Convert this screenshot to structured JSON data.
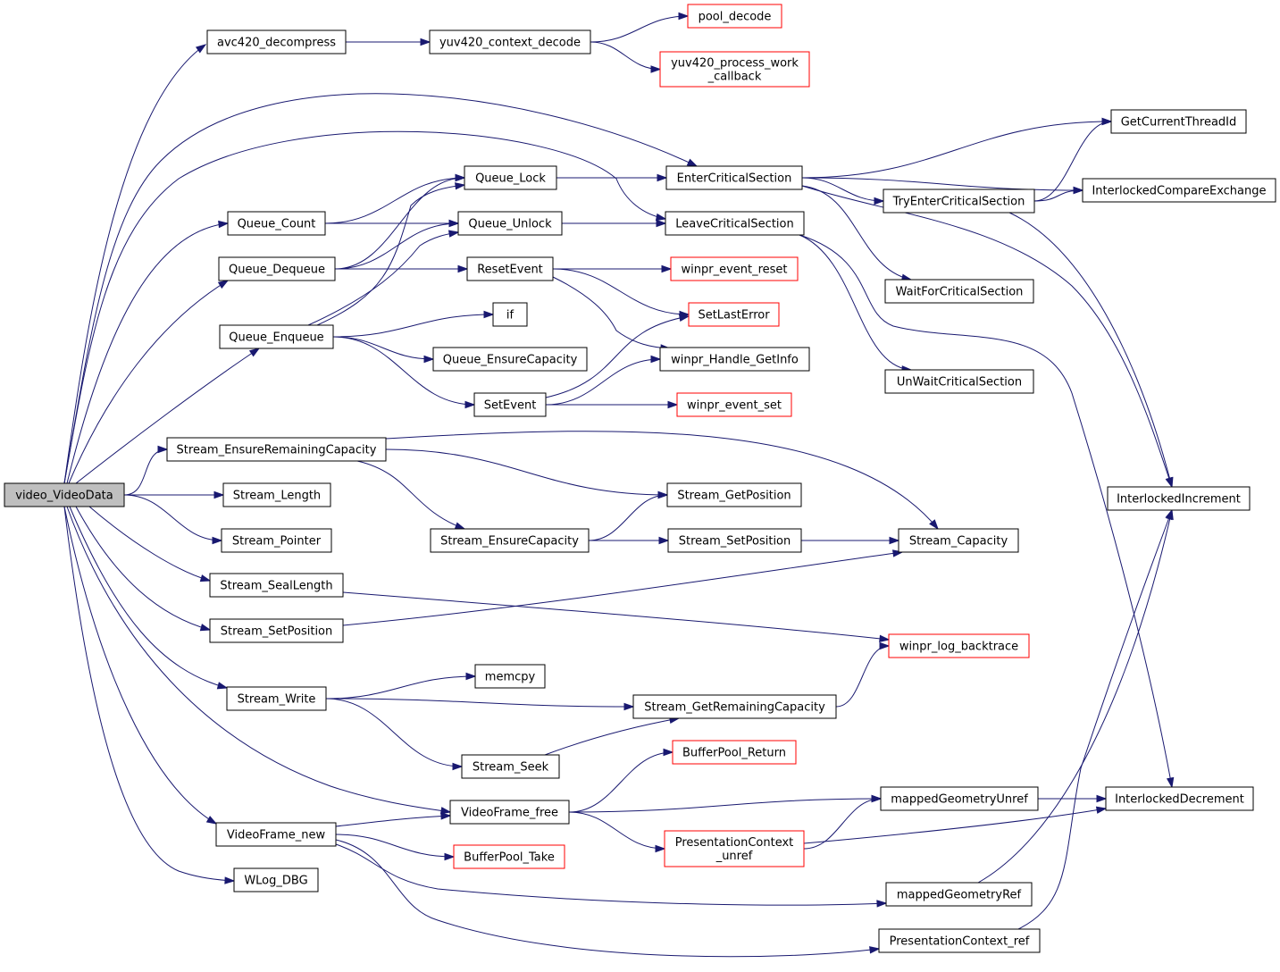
{
  "graph": {
    "nodes": [
      {
        "id": "video_VideoData",
        "lines": [
          "video_VideoData"
        ],
        "root": true,
        "ext": false
      },
      {
        "id": "avc420_decompress",
        "lines": [
          "avc420_decompress"
        ],
        "ext": false
      },
      {
        "id": "yuv420_context_decode",
        "lines": [
          "yuv420_context_decode"
        ],
        "ext": false
      },
      {
        "id": "pool_decode",
        "lines": [
          "pool_decode"
        ],
        "ext": true
      },
      {
        "id": "yuv420_process_work_callback",
        "lines": [
          "yuv420_process_work",
          "_callback"
        ],
        "ext": true
      },
      {
        "id": "EnterCriticalSection",
        "lines": [
          "EnterCriticalSection"
        ],
        "ext": false
      },
      {
        "id": "LeaveCriticalSection",
        "lines": [
          "LeaveCriticalSection"
        ],
        "ext": false
      },
      {
        "id": "Queue_Count",
        "lines": [
          "Queue_Count"
        ],
        "ext": false
      },
      {
        "id": "Queue_Lock",
        "lines": [
          "Queue_Lock"
        ],
        "ext": false
      },
      {
        "id": "Queue_Unlock",
        "lines": [
          "Queue_Unlock"
        ],
        "ext": false
      },
      {
        "id": "Queue_Dequeue",
        "lines": [
          "Queue_Dequeue"
        ],
        "ext": false
      },
      {
        "id": "ResetEvent",
        "lines": [
          "ResetEvent"
        ],
        "ext": false
      },
      {
        "id": "Queue_Enqueue",
        "lines": [
          "Queue_Enqueue"
        ],
        "ext": false
      },
      {
        "id": "if",
        "lines": [
          "if"
        ],
        "ext": false
      },
      {
        "id": "Queue_EnsureCapacity",
        "lines": [
          "Queue_EnsureCapacity"
        ],
        "ext": false
      },
      {
        "id": "SetEvent",
        "lines": [
          "SetEvent"
        ],
        "ext": false
      },
      {
        "id": "winpr_event_reset",
        "lines": [
          "winpr_event_reset"
        ],
        "ext": true
      },
      {
        "id": "SetLastError",
        "lines": [
          "SetLastError"
        ],
        "ext": true
      },
      {
        "id": "winpr_Handle_GetInfo",
        "lines": [
          "winpr_Handle_GetInfo"
        ],
        "ext": false
      },
      {
        "id": "winpr_event_set",
        "lines": [
          "winpr_event_set"
        ],
        "ext": true
      },
      {
        "id": "GetCurrentThreadId",
        "lines": [
          "GetCurrentThreadId"
        ],
        "ext": false
      },
      {
        "id": "TryEnterCriticalSection",
        "lines": [
          "TryEnterCriticalSection"
        ],
        "ext": false
      },
      {
        "id": "InterlockedCompareExchange",
        "lines": [
          "InterlockedCompareExchange"
        ],
        "ext": false
      },
      {
        "id": "WaitForCriticalSection",
        "lines": [
          "WaitForCriticalSection"
        ],
        "ext": false
      },
      {
        "id": "UnWaitCriticalSection",
        "lines": [
          "UnWaitCriticalSection"
        ],
        "ext": false
      },
      {
        "id": "InterlockedIncrement",
        "lines": [
          "InterlockedIncrement"
        ],
        "ext": false
      },
      {
        "id": "InterlockedDecrement",
        "lines": [
          "InterlockedDecrement"
        ],
        "ext": false
      },
      {
        "id": "Stream_EnsureRemainingCapacity",
        "lines": [
          "Stream_EnsureRemainingCapacity"
        ],
        "ext": false
      },
      {
        "id": "Stream_Length",
        "lines": [
          "Stream_Length"
        ],
        "ext": false
      },
      {
        "id": "Stream_Pointer",
        "lines": [
          "Stream_Pointer"
        ],
        "ext": false
      },
      {
        "id": "Stream_SealLength",
        "lines": [
          "Stream_SealLength"
        ],
        "ext": false
      },
      {
        "id": "Stream_SetPosition_L",
        "lines": [
          "Stream_SetPosition"
        ],
        "ext": false
      },
      {
        "id": "Stream_GetPosition",
        "lines": [
          "Stream_GetPosition"
        ],
        "ext": false
      },
      {
        "id": "Stream_EnsureCapacity",
        "lines": [
          "Stream_EnsureCapacity"
        ],
        "ext": false
      },
      {
        "id": "Stream_SetPosition_M",
        "lines": [
          "Stream_SetPosition"
        ],
        "ext": false
      },
      {
        "id": "Stream_Capacity",
        "lines": [
          "Stream_Capacity"
        ],
        "ext": false
      },
      {
        "id": "winpr_log_backtrace",
        "lines": [
          "winpr_log_backtrace"
        ],
        "ext": true
      },
      {
        "id": "Stream_Write",
        "lines": [
          "Stream_Write"
        ],
        "ext": false
      },
      {
        "id": "memcpy",
        "lines": [
          "memcpy"
        ],
        "ext": false
      },
      {
        "id": "Stream_GetRemainingCapacity",
        "lines": [
          "Stream_GetRemainingCapacity"
        ],
        "ext": false
      },
      {
        "id": "Stream_Seek",
        "lines": [
          "Stream_Seek"
        ],
        "ext": false
      },
      {
        "id": "BufferPool_Return",
        "lines": [
          "BufferPool_Return"
        ],
        "ext": true
      },
      {
        "id": "VideoFrame_free",
        "lines": [
          "VideoFrame_free"
        ],
        "ext": false
      },
      {
        "id": "mappedGeometryUnref",
        "lines": [
          "mappedGeometryUnref"
        ],
        "ext": false
      },
      {
        "id": "PresentationContext_unref",
        "lines": [
          "PresentationContext",
          "_unref"
        ],
        "ext": true
      },
      {
        "id": "VideoFrame_new",
        "lines": [
          "VideoFrame_new"
        ],
        "ext": false
      },
      {
        "id": "BufferPool_Take",
        "lines": [
          "BufferPool_Take"
        ],
        "ext": true
      },
      {
        "id": "WLog_DBG",
        "lines": [
          "WLog_DBG"
        ],
        "ext": false
      },
      {
        "id": "mappedGeometryRef",
        "lines": [
          "mappedGeometryRef"
        ],
        "ext": false
      },
      {
        "id": "PresentationContext_ref",
        "lines": [
          "PresentationContext_ref"
        ],
        "ext": false
      }
    ],
    "edges": [
      [
        "video_VideoData",
        "avc420_decompress"
      ],
      [
        "video_VideoData",
        "EnterCriticalSection"
      ],
      [
        "video_VideoData",
        "LeaveCriticalSection"
      ],
      [
        "video_VideoData",
        "Queue_Count"
      ],
      [
        "video_VideoData",
        "Queue_Dequeue"
      ],
      [
        "video_VideoData",
        "Queue_Enqueue"
      ],
      [
        "video_VideoData",
        "Stream_EnsureRemainingCapacity"
      ],
      [
        "video_VideoData",
        "Stream_Length"
      ],
      [
        "video_VideoData",
        "Stream_Pointer"
      ],
      [
        "video_VideoData",
        "Stream_SealLength"
      ],
      [
        "video_VideoData",
        "Stream_SetPosition_L"
      ],
      [
        "video_VideoData",
        "Stream_Write"
      ],
      [
        "video_VideoData",
        "VideoFrame_free"
      ],
      [
        "video_VideoData",
        "VideoFrame_new"
      ],
      [
        "video_VideoData",
        "WLog_DBG"
      ],
      [
        "avc420_decompress",
        "yuv420_context_decode"
      ],
      [
        "yuv420_context_decode",
        "pool_decode"
      ],
      [
        "yuv420_context_decode",
        "yuv420_process_work_callback"
      ],
      [
        "Queue_Count",
        "Queue_Lock"
      ],
      [
        "Queue_Count",
        "Queue_Unlock"
      ],
      [
        "Queue_Dequeue",
        "Queue_Lock"
      ],
      [
        "Queue_Dequeue",
        "Queue_Unlock"
      ],
      [
        "Queue_Dequeue",
        "ResetEvent"
      ],
      [
        "Queue_Enqueue",
        "Queue_Lock"
      ],
      [
        "Queue_Enqueue",
        "Queue_Unlock"
      ],
      [
        "Queue_Enqueue",
        "if"
      ],
      [
        "Queue_Enqueue",
        "Queue_EnsureCapacity"
      ],
      [
        "Queue_Enqueue",
        "SetEvent"
      ],
      [
        "Queue_Lock",
        "EnterCriticalSection"
      ],
      [
        "Queue_Unlock",
        "LeaveCriticalSection"
      ],
      [
        "ResetEvent",
        "winpr_event_reset"
      ],
      [
        "ResetEvent",
        "SetLastError"
      ],
      [
        "ResetEvent",
        "winpr_Handle_GetInfo"
      ],
      [
        "SetEvent",
        "SetLastError"
      ],
      [
        "SetEvent",
        "winpr_Handle_GetInfo"
      ],
      [
        "SetEvent",
        "winpr_event_set"
      ],
      [
        "EnterCriticalSection",
        "GetCurrentThreadId"
      ],
      [
        "EnterCriticalSection",
        "InterlockedCompareExchange"
      ],
      [
        "EnterCriticalSection",
        "TryEnterCriticalSection"
      ],
      [
        "EnterCriticalSection",
        "WaitForCriticalSection"
      ],
      [
        "EnterCriticalSection",
        "InterlockedIncrement"
      ],
      [
        "TryEnterCriticalSection",
        "GetCurrentThreadId"
      ],
      [
        "TryEnterCriticalSection",
        "InterlockedCompareExchange"
      ],
      [
        "TryEnterCriticalSection",
        "InterlockedIncrement"
      ],
      [
        "LeaveCriticalSection",
        "UnWaitCriticalSection"
      ],
      [
        "LeaveCriticalSection",
        "InterlockedDecrement"
      ],
      [
        "Stream_EnsureRemainingCapacity",
        "Stream_GetPosition"
      ],
      [
        "Stream_EnsureRemainingCapacity",
        "Stream_EnsureCapacity"
      ],
      [
        "Stream_EnsureRemainingCapacity",
        "Stream_Capacity"
      ],
      [
        "Stream_EnsureCapacity",
        "Stream_GetPosition"
      ],
      [
        "Stream_EnsureCapacity",
        "Stream_SetPosition_M"
      ],
      [
        "Stream_SetPosition_M",
        "Stream_Capacity"
      ],
      [
        "Stream_SealLength",
        "winpr_log_backtrace"
      ],
      [
        "Stream_SetPosition_L",
        "Stream_Capacity"
      ],
      [
        "Stream_Write",
        "memcpy"
      ],
      [
        "Stream_Write",
        "Stream_GetRemainingCapacity"
      ],
      [
        "Stream_Write",
        "Stream_Seek"
      ],
      [
        "Stream_GetRemainingCapacity",
        "winpr_log_backtrace"
      ],
      [
        "Stream_Seek",
        "Stream_GetRemainingCapacity"
      ],
      [
        "VideoFrame_free",
        "BufferPool_Return"
      ],
      [
        "VideoFrame_free",
        "mappedGeometryUnref"
      ],
      [
        "VideoFrame_free",
        "PresentationContext_unref"
      ],
      [
        "PresentationContext_unref",
        "mappedGeometryUnref"
      ],
      [
        "PresentationContext_unref",
        "InterlockedDecrement"
      ],
      [
        "mappedGeometryUnref",
        "InterlockedDecrement"
      ],
      [
        "VideoFrame_new",
        "VideoFrame_free"
      ],
      [
        "VideoFrame_new",
        "BufferPool_Take"
      ],
      [
        "VideoFrame_new",
        "mappedGeometryRef"
      ],
      [
        "VideoFrame_new",
        "PresentationContext_ref"
      ],
      [
        "mappedGeometryRef",
        "InterlockedIncrement"
      ],
      [
        "PresentationContext_ref",
        "InterlockedIncrement"
      ]
    ]
  }
}
